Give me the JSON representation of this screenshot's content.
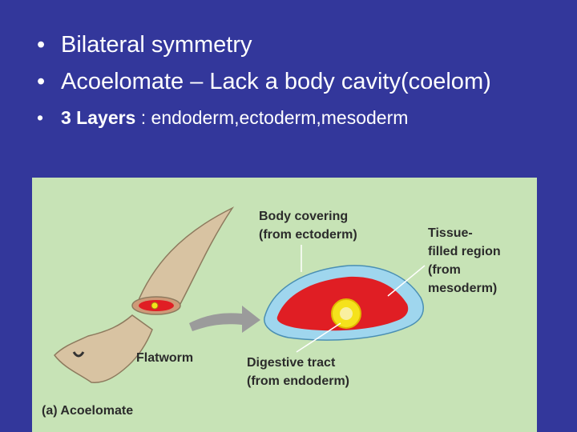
{
  "bullets": [
    {
      "text": "Bilateral symmetry"
    },
    {
      "text": "Acoelomate – Lack a body cavity(coelom)"
    },
    {
      "bold": "3 Layers",
      "rest": " : endoderm,ectoderm,mesoderm"
    }
  ],
  "bullet_glyph": "•",
  "figure": {
    "body_covering": [
      "Body covering",
      "(from ectoderm)"
    ],
    "tissue_filled": [
      "Tissue-",
      "filled region",
      "(from",
      "mesoderm)"
    ],
    "digestive_tract": [
      "Digestive tract",
      "(from endoderm)"
    ],
    "flatworm": "Flatworm",
    "caption": "(a) Acoelomate"
  },
  "colors": {
    "background": "#33379b",
    "panel": "#c7e3b6",
    "ectoderm": "#9fd6ee",
    "mesoderm": "#e01e24",
    "endoderm": "#f5e21c",
    "worm": "#d8c3a2"
  }
}
